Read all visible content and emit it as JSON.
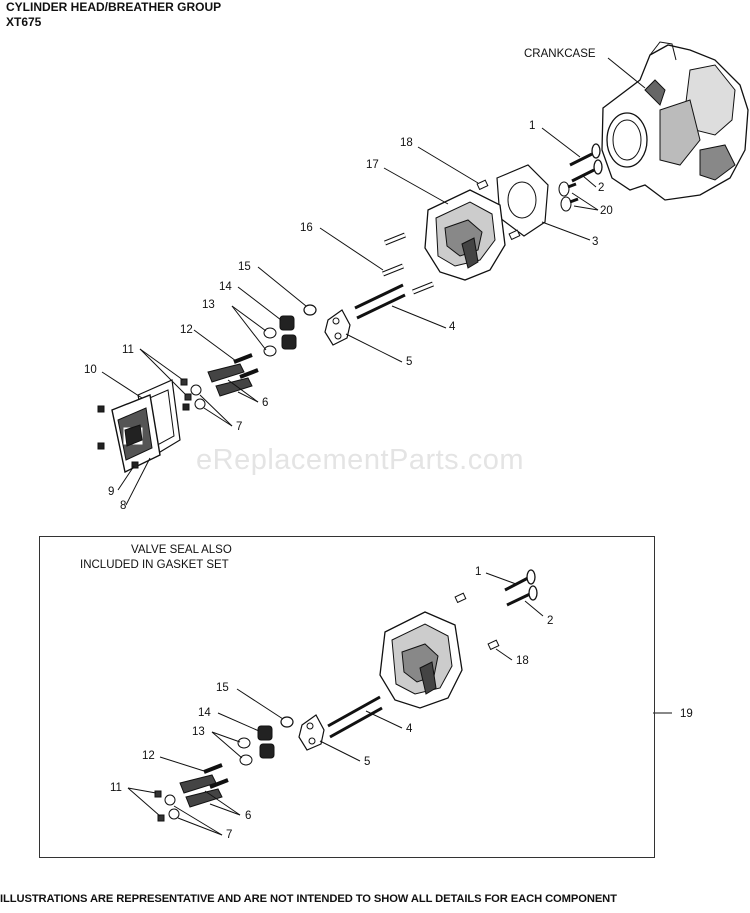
{
  "header": {
    "title": "CYLINDER HEAD/BREATHER GROUP",
    "model": "XT675"
  },
  "watermark": "eReplacementParts.com",
  "labels": {
    "crankcase": "CRANKCASE",
    "l1": "1",
    "l2": "2",
    "l3": "3",
    "l4": "4",
    "l5": "5",
    "l6": "6",
    "l7": "7",
    "l8": "8",
    "l9": "9",
    "l10": "10",
    "l11": "11",
    "l12": "12",
    "l13": "13",
    "l14": "14",
    "l15": "15",
    "l16": "16",
    "l17": "17",
    "l18": "18",
    "l20": "20"
  },
  "inset": {
    "note_line1": "VALVE SEAL ALSO",
    "note_line2": "INCLUDED IN GASKET SET",
    "label_19": "19",
    "l1": "1",
    "l2": "2",
    "l4": "4",
    "l5": "5",
    "l6": "6",
    "l7": "7",
    "l11": "11",
    "l12": "12",
    "l13": "13",
    "l14": "14",
    "l15": "15",
    "l18": "18"
  },
  "footer": "ILLUSTRATIONS ARE REPRESENTATIVE AND ARE NOT INTENDED TO SHOW ALL DETAILS FOR EACH COMPONENT"
}
